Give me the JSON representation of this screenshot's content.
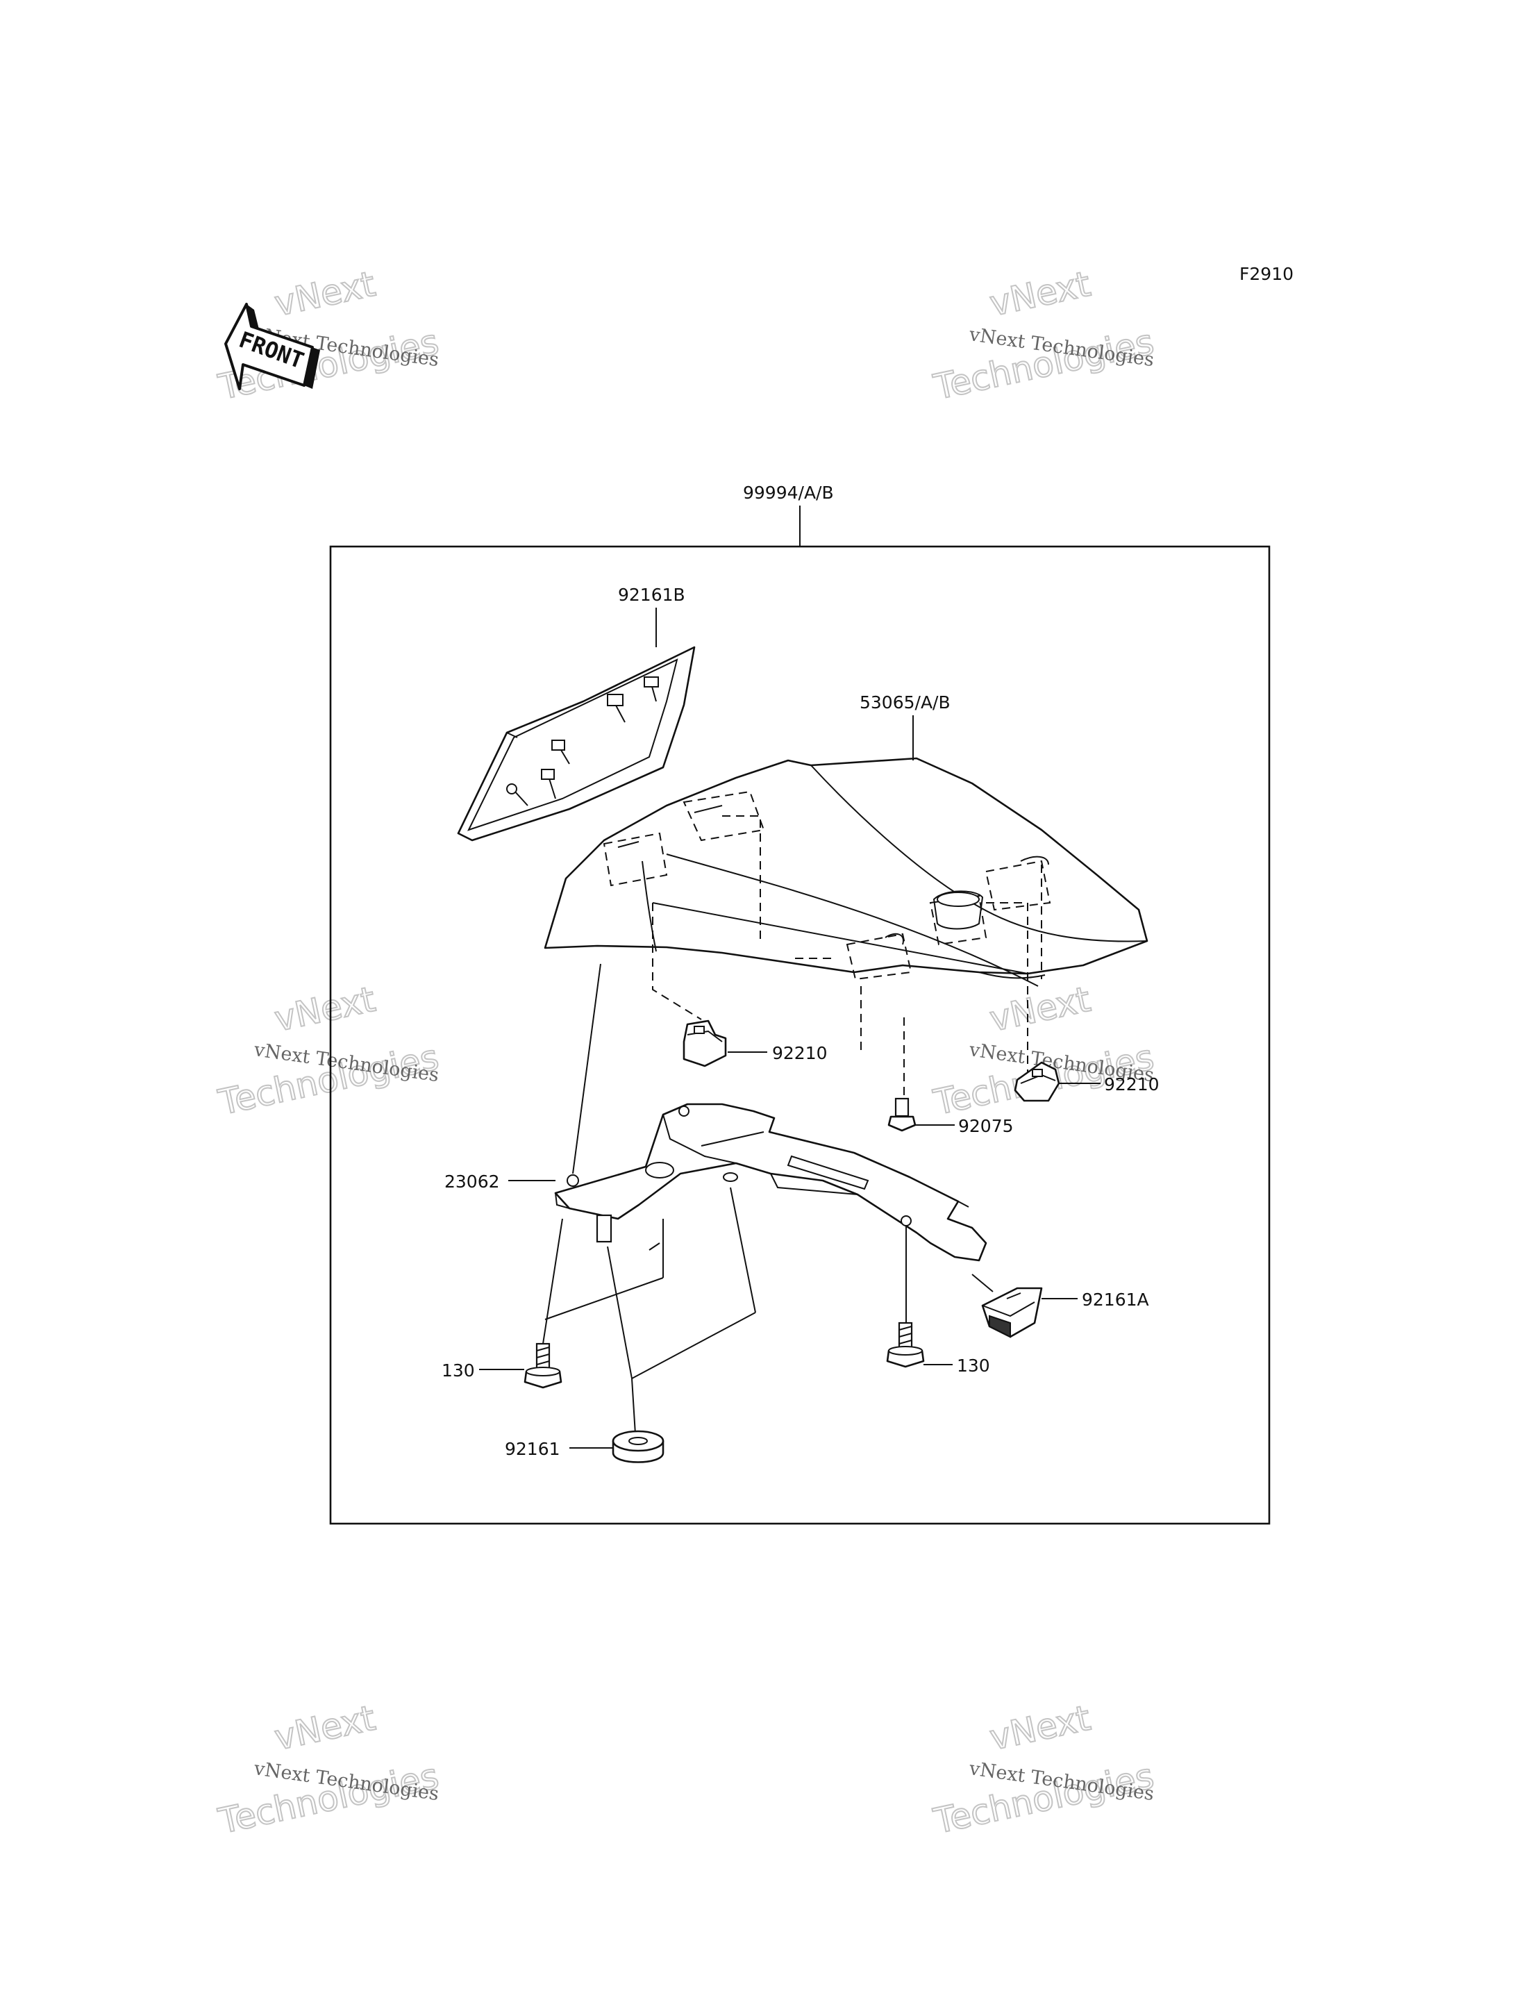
{
  "figure_code": "F2910",
  "front_arrow": {
    "label": "FRONT",
    "icon": "front-direction-arrow-icon"
  },
  "watermark": {
    "brand": "vNext",
    "line2": "Technologies",
    "full": "vNext Technologies"
  },
  "assembly_label": "99994/A/B",
  "parts": {
    "seat_cover": "53065/A/B",
    "cushion_b": "92161B",
    "nut_left": "92210",
    "nut_right": "92210",
    "screw": "92075",
    "bracket": "23062",
    "cushion_a": "92161A",
    "bolt_left": "130",
    "bolt_right": "130",
    "damper": "92161"
  }
}
